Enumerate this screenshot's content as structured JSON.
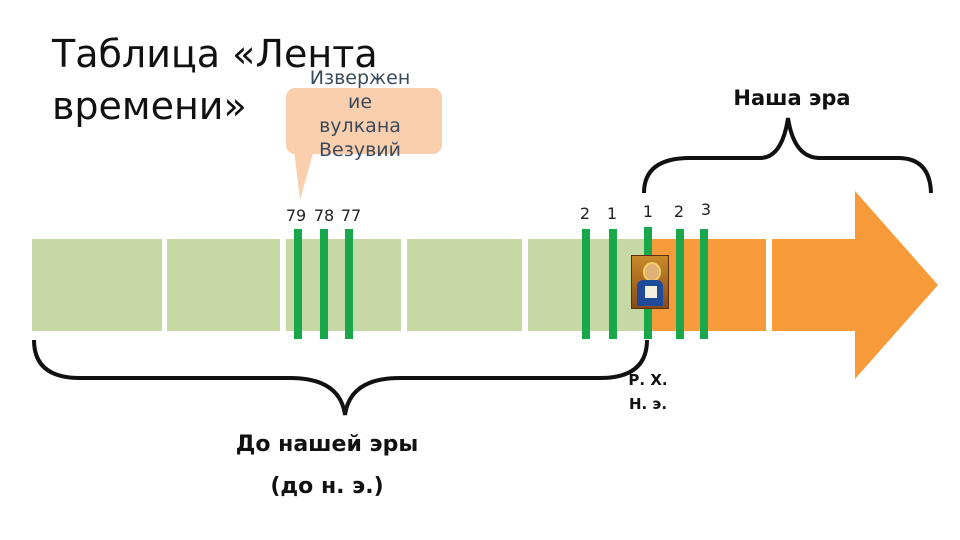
{
  "slide": {
    "title": "Таблица «Лента\nвремени»"
  },
  "callout": {
    "text": "Изверже­н\nие\nвулкана\nВезувий"
  },
  "ticks_bc": {
    "labels": [
      "79",
      "78",
      "77",
      "2",
      "1"
    ]
  },
  "ticks_ad": {
    "labels": [
      "1",
      "2",
      "3"
    ]
  },
  "labels": {
    "our_era": "Наша эра",
    "bc_line1": "До нашей эры",
    "bc_line2": "(до н. э.)",
    "rx": "Р. Х.\nН. э."
  },
  "icon": {
    "name": "christ-icon"
  },
  "colors": {
    "bc_segment": "#c6d9a4",
    "ad_segment": "#f79a3a",
    "tick": "#18a84a",
    "callout_fill": "#f9cfae"
  }
}
